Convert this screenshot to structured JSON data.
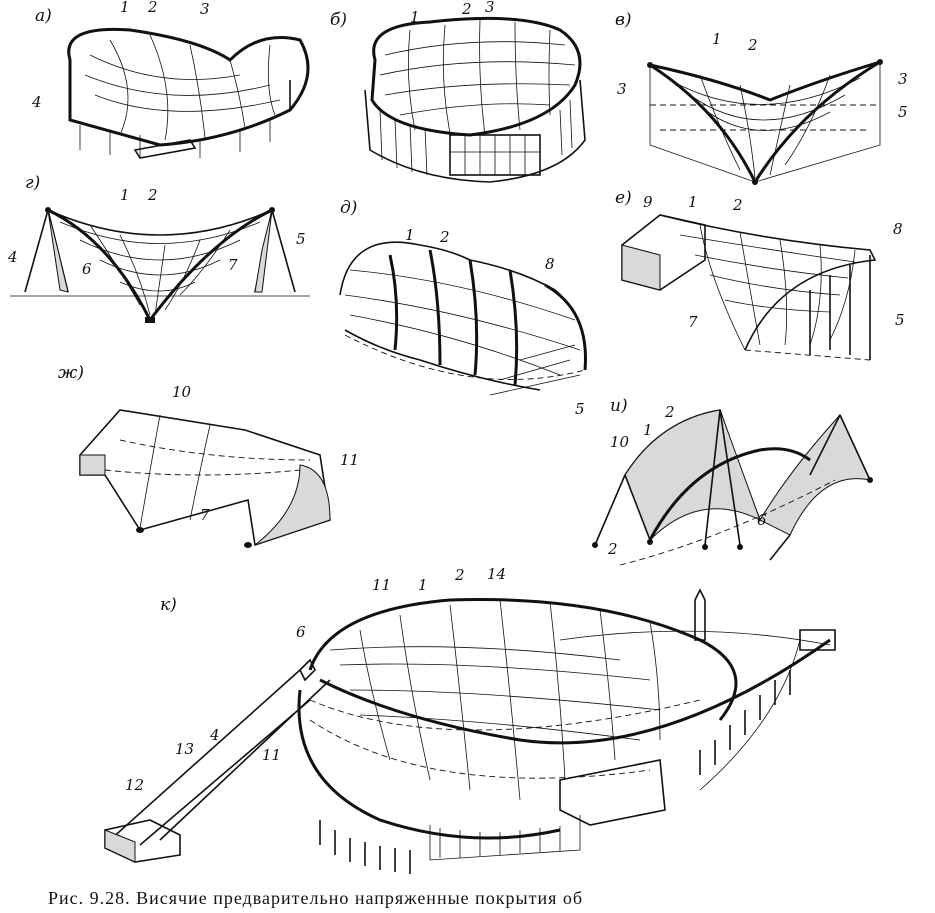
{
  "figure": {
    "panels": [
      {
        "id": "a",
        "label": "а)",
        "callouts": [
          "1",
          "2",
          "3",
          "4"
        ]
      },
      {
        "id": "b",
        "label": "б)",
        "callouts": [
          "1",
          "2",
          "3"
        ]
      },
      {
        "id": "v",
        "label": "в)",
        "callouts": [
          "1",
          "2",
          "3",
          "3",
          "5"
        ]
      },
      {
        "id": "g",
        "label": "г)",
        "callouts": [
          "1",
          "2",
          "4",
          "6",
          "7",
          "5"
        ]
      },
      {
        "id": "d",
        "label": "д)",
        "callouts": [
          "1",
          "2",
          "8",
          "5"
        ]
      },
      {
        "id": "e",
        "label": "е)",
        "callouts": [
          "9",
          "1",
          "2",
          "8",
          "7",
          "5"
        ]
      },
      {
        "id": "zh",
        "label": "ж)",
        "callouts": [
          "10",
          "11",
          "7"
        ]
      },
      {
        "id": "i",
        "label": "и)",
        "callouts": [
          "10",
          "1",
          "2",
          "2",
          "6"
        ]
      },
      {
        "id": "k",
        "label": "к)",
        "callouts": [
          "11",
          "1",
          "2",
          "14",
          "6",
          "4",
          "13",
          "11",
          "12"
        ]
      }
    ],
    "caption": "Рис.  9.28. Висячие  предварительно  напряженные  покрытия  об"
  }
}
